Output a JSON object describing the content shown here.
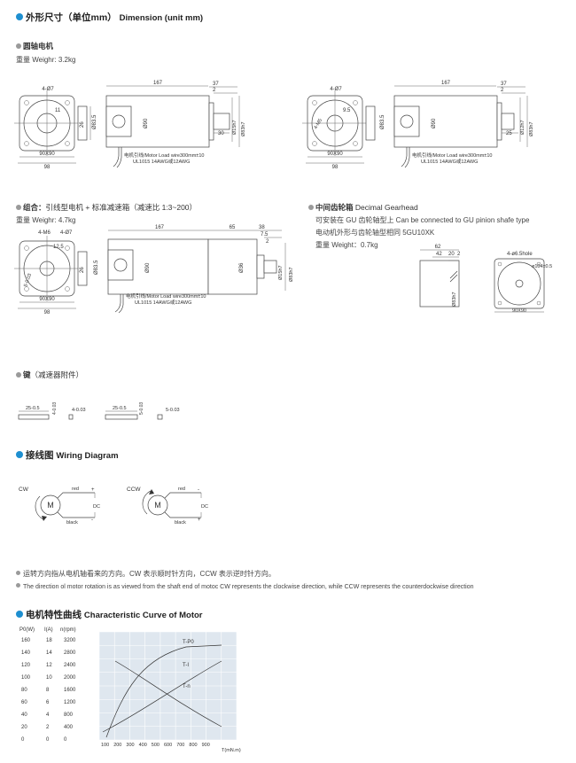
{
  "dimension": {
    "title_cn": "外形尺寸（单位mm）",
    "title_en": "Dimension (unit mm)",
    "round_shaft": {
      "title": "圆轴电机",
      "weight": "重量 Weighr: 3.2kg",
      "dims": [
        "4-Ø7",
        "11",
        "90X90",
        "98",
        "Ø83.5",
        "26",
        "167",
        "37",
        "2",
        "30",
        "Ø90",
        "Ø15h7",
        "Ø83h7",
        "0-0.018",
        "0-0.035"
      ],
      "wire": "电机引线/Motor Load wire300mm±10",
      "ul": "UL1015 14AWG或12AWG"
    },
    "gear_shaft": {
      "dims": [
        "4-Ø7",
        "9.5",
        "4-M5",
        "90X90",
        "98",
        "Ø83.5",
        "167",
        "37",
        "2",
        "25",
        "Ø90",
        "Ø12h7",
        "Ø83h7"
      ],
      "wire": "电机引线/Motor Load wire300mm±10",
      "ul": "UL1015 14AWG或12AWG"
    },
    "combo": {
      "title_bold": "组合：",
      "title_rest": "引线型电机 + 标准减速箱（减速比 1:3~200）",
      "weight": "重量 Weighr: 4.7kg",
      "dims": [
        "4-M6",
        "4-Ø7",
        "12.5",
        "5-0.03",
        "90X90",
        "98",
        "Ø83.5",
        "26",
        "167",
        "65",
        "38",
        "7.5",
        "2",
        "Ø90",
        "Ø36",
        "Ø15h7",
        "Ø83h7"
      ],
      "wire": "电机引线/Motor Load wire300mm±10",
      "ul": "UL1015 14AWG或12AWG"
    },
    "gearhead": {
      "title_bold": "中间齿轮箱",
      "title_en": "Decimal Gearhead",
      "line1": "可安装在 GU 齿轮轴型上 Can be connected to GU pinion shafe type",
      "line2": "电动机外形与齿轮轴型相同 5GU10XK",
      "weight": "重量 Weight：0.7kg",
      "dims": [
        "62",
        "42",
        "20",
        "2",
        "Ø83h7",
        "4-ø6.5hole",
        "ø104±0.5",
        "90X90"
      ]
    },
    "key": {
      "title_bold": "键",
      "title_rest": "（减速器附件）",
      "dims": [
        "25-0.5",
        "4-0.03",
        "4-0.03",
        "25-0.5",
        "5-0.03",
        "5-0.03"
      ]
    }
  },
  "wiring": {
    "title_cn": "接线图",
    "title_en": "Wiring Diagram",
    "cw": {
      "label": "CW",
      "motor": "M",
      "red": "red",
      "black": "black",
      "dc": "DC",
      "plus": "+",
      "minus": "-"
    },
    "ccw": {
      "label": "CCW",
      "motor": "M",
      "red": "red",
      "black": "black",
      "dc": "DC",
      "plus": "-",
      "minus": "+"
    },
    "note_cn": "运转方向指从电机轴看来的方向。CW 表示顺时针方向，CCW 表示逆时针方向。",
    "note_en": "The direction ol motor rotation is as viewed from the shaft end of motoc CW represents the clockwise direction, while CCW represents the counterdockwise direction"
  },
  "curve": {
    "title_cn": "电机特性曲线",
    "title_en": "Characteristic Curve of Motor",
    "col_p": "P0(W)",
    "col_i": "I(A)",
    "col_n": "n(rpm)",
    "rows": [
      {
        "p": "160",
        "i": "18",
        "n": "3200"
      },
      {
        "p": "140",
        "i": "14",
        "n": "2800"
      },
      {
        "p": "120",
        "i": "12",
        "n": "2400"
      },
      {
        "p": "100",
        "i": "10",
        "n": "2000"
      },
      {
        "p": "80",
        "i": "8",
        "n": "1600"
      },
      {
        "p": "60",
        "i": "6",
        "n": "1200"
      },
      {
        "p": "40",
        "i": "4",
        "n": "800"
      },
      {
        "p": "20",
        "i": "2",
        "n": "400"
      },
      {
        "p": "0",
        "i": "0",
        "n": "0"
      }
    ],
    "x_ticks": [
      "100",
      "200",
      "300",
      "400",
      "500",
      "600",
      "700",
      "800",
      "900"
    ],
    "x_label": "T(mN.m)",
    "curve_labels": [
      "T-P0",
      "T-I",
      "T-n"
    ]
  },
  "colors": {
    "accent": "#1e8fd0",
    "grid_bg": "#dfe7ef",
    "bullet_gray": "#9a9a9a"
  }
}
